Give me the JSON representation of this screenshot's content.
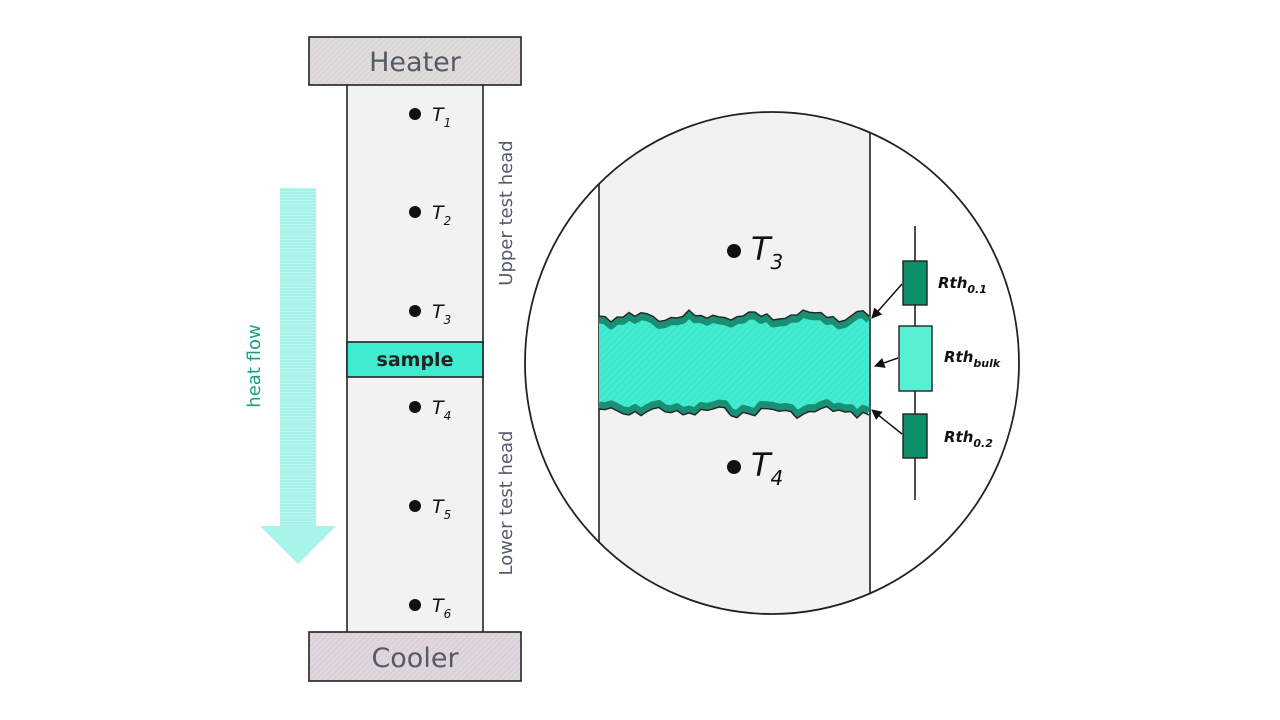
{
  "heater_label": "Heater",
  "cooler_label": "Cooler",
  "sample_label": "sample",
  "upper_head_label": "Upper test head",
  "lower_head_label": "Lower test head",
  "heat_flow_label": "heat flow",
  "sensors": [
    {
      "base": "T",
      "sub": "1"
    },
    {
      "base": "T",
      "sub": "2"
    },
    {
      "base": "T",
      "sub": "3"
    },
    {
      "base": "T",
      "sub": "4"
    },
    {
      "base": "T",
      "sub": "5"
    },
    {
      "base": "T",
      "sub": "6"
    }
  ],
  "zoom": {
    "upper_sensor": {
      "base": "T",
      "sub": "3"
    },
    "lower_sensor": {
      "base": "T",
      "sub": "4"
    },
    "resistors": [
      {
        "base": "Rth",
        "sub": "0.1"
      },
      {
        "base": "Rth",
        "sub": "bulk"
      },
      {
        "base": "Rth",
        "sub": "0.2"
      }
    ]
  },
  "colors": {
    "sample": "#40ecd0",
    "sample_dark": "#1a8f73",
    "resistor_dark": "#0e8f6c",
    "resistor_light": "#57f0d2",
    "head_fill": "#f2f2f2",
    "heater_fill": "#dcd8d8",
    "cooler_fill": "#dcd2da",
    "arrow": "#a8f3ea",
    "flow_text": "#1b9e80"
  }
}
